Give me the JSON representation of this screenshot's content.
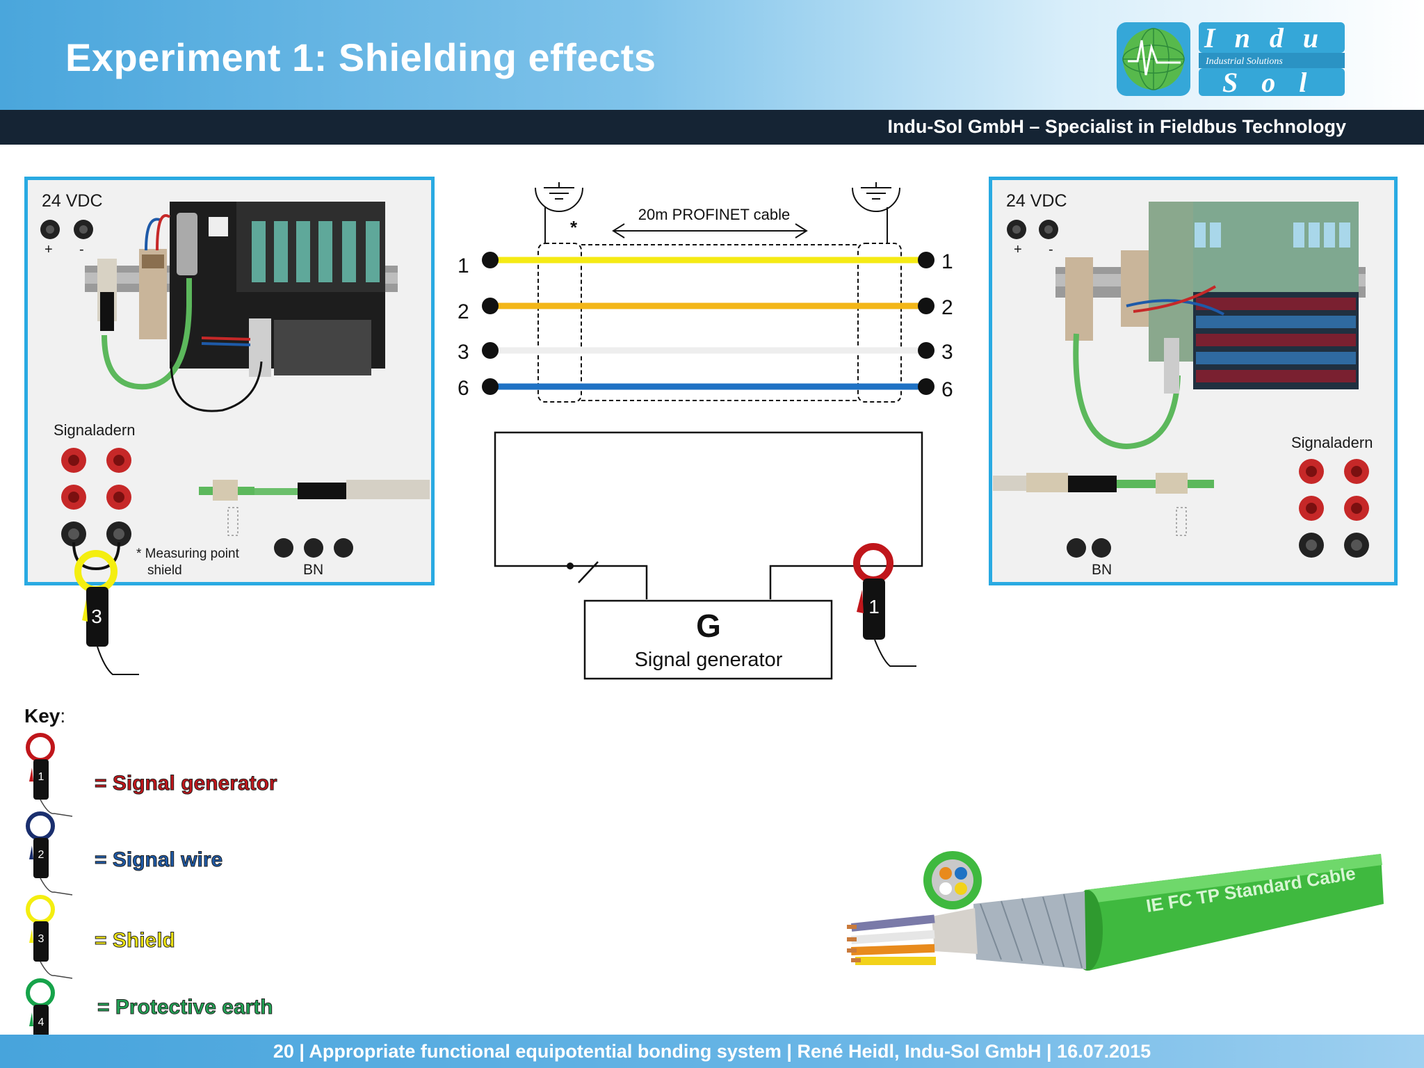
{
  "header": {
    "title": "Experiment 1: Shielding effects",
    "subtitle": "Indu-Sol GmbH – Specialist in Fieldbus Technology",
    "logo": {
      "line1": "Indu",
      "tagline": "Industrial Solutions",
      "line2": "Sol"
    }
  },
  "left_panel": {
    "supply": "24 VDC",
    "plus": "+",
    "minus": "-",
    "signal_label": "Signaladern",
    "measuring_note_line1": "* Measuring point",
    "measuring_note_line2": "shield",
    "bn": "BN",
    "clamp_number": "3"
  },
  "right_panel": {
    "supply": "24 VDC",
    "plus": "+",
    "minus": "-",
    "signal_label": "Signaladern",
    "bn": "BN"
  },
  "center_diagram": {
    "cable_label": "20m PROFINET cable",
    "asterisk": "*",
    "wires": [
      {
        "label": "1",
        "color": "#f5ea14"
      },
      {
        "label": "2",
        "color": "#f3b617"
      },
      {
        "label": "3",
        "color": "#eeeeee"
      },
      {
        "label": "6",
        "color": "#1f72c4"
      }
    ],
    "generator_symbol": "G",
    "generator_label": "Signal generator",
    "clamp_number": "1"
  },
  "key": {
    "title": "Key",
    "title_suffix": ":",
    "items": [
      {
        "number": "1",
        "label": "= Signal generator",
        "ring_color": "#c0161b",
        "text_color": "#c0161b"
      },
      {
        "number": "2",
        "label": "= Signal wire",
        "ring_color": "#1a2f6e",
        "text_color": "#1e5aa8"
      },
      {
        "number": "3",
        "label": "= Shield",
        "ring_color": "#f4ee10",
        "text_color": "#efe414"
      },
      {
        "number": "4",
        "label": "= Protective earth",
        "ring_color": "#16a34a",
        "text_color": "#22a355"
      }
    ]
  },
  "cable_photo": {
    "print": "IE FC TP Standard Cable"
  },
  "footer": {
    "text": "20 | Appropriate functional equipotential bonding system | René Heidl, Indu-Sol GmbH | 16.07.2015"
  }
}
